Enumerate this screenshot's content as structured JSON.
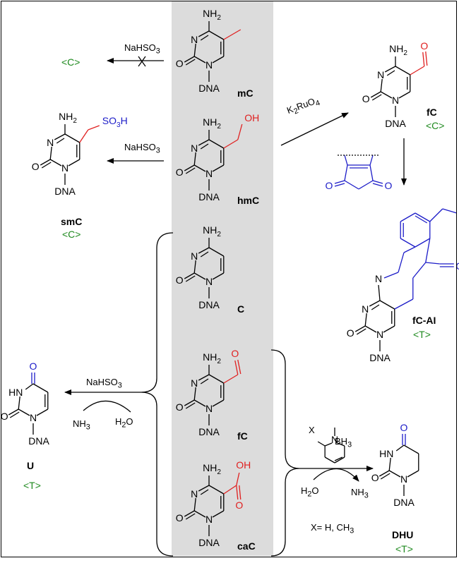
{
  "colors": {
    "highlight": "#dcdcdc",
    "red": "#e02020",
    "blue": "#1c1cc8",
    "green": "#1f8a1f",
    "ink": "#000000"
  },
  "compounds": {
    "mC": "mC",
    "hmC": "hmC",
    "C": "C",
    "fC_mid": "fC",
    "caC": "caC",
    "smC": "smC",
    "fC_top": "fC",
    "fC_AI": "fC-AI",
    "U": "U",
    "DHU": "DHU"
  },
  "readouts": {
    "mC": "<C>",
    "smC": "<C>",
    "fC_top": "<C>",
    "fC_AI": "<T>",
    "U": "<T>",
    "DHU": "<T>"
  },
  "reagents": {
    "nahso3": "NaHSO",
    "nahso3_sub": "3",
    "k2ruo4": "K",
    "k2ruo4_sub2": "2",
    "k2ruo4_ru": "RuO",
    "k2ruo4_sub4": "4",
    "h2o": "H",
    "h2o_sub": "2",
    "h2o_o": "O",
    "nh3": "NH",
    "nh3_sub": "3",
    "bh3": "BH",
    "bh3_sub": "3",
    "x_label": "X",
    "x_def": "X= H, CH",
    "x_def_sub": "3"
  },
  "atoms": {
    "nh2": "NH",
    "nh2_sub": "2",
    "n": "N",
    "o": "O",
    "dna": "DNA",
    "oh": "OH",
    "so3h_a": "SO",
    "so3h_sub": "3",
    "so3h_b": "H",
    "hn": "HN",
    "n3": "N",
    "n3_sub": "3"
  }
}
